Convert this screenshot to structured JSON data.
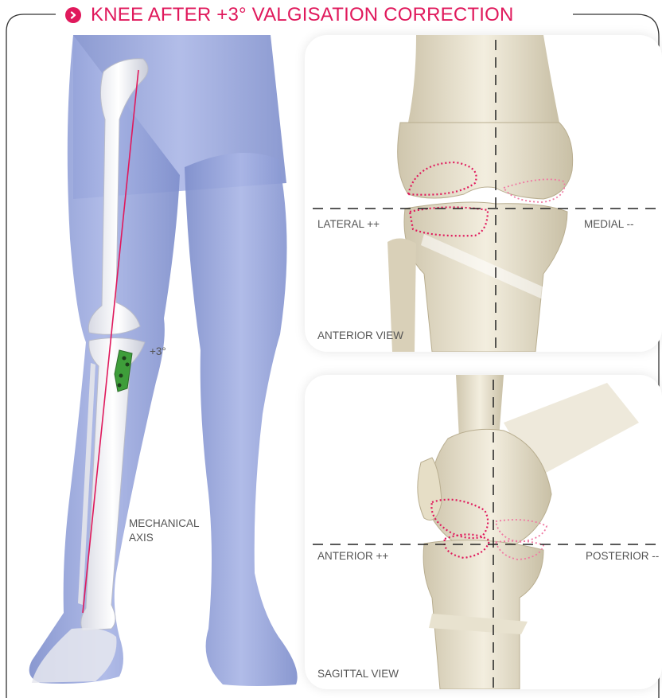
{
  "title": "KNEE AFTER +3° VALGISATION CORRECTION",
  "colors": {
    "accent": "#e0195c",
    "body": "#8f9dd4",
    "bone": "#ece6d3",
    "axis_line": "#222222",
    "implant": "#3e9e3a"
  },
  "icons": {
    "title_bullet": "chevron-right-icon"
  },
  "leg_panel": {
    "angle_label": "+3°",
    "axis_label_line1": "MECHANICAL",
    "axis_label_line2": "AXIS"
  },
  "anterior_view": {
    "caption": "ANTERIOR VIEW",
    "left_label": "LATERAL ++",
    "right_label": "MEDIAL --"
  },
  "sagittal_view": {
    "caption": "SAGITTAL VIEW",
    "left_label": "ANTERIOR ++",
    "right_label": "POSTERIOR --"
  }
}
